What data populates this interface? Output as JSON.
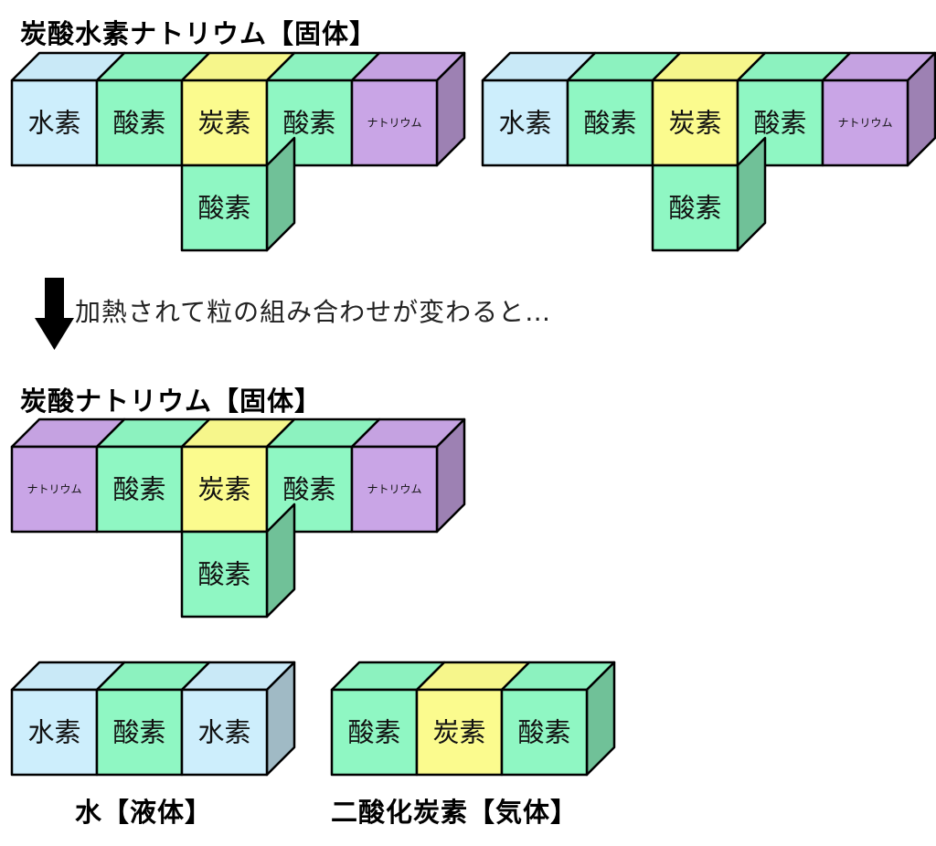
{
  "titles": {
    "baking_soda": "炭酸水素ナトリウム【固体】",
    "sodium_carbonate": "炭酸ナトリウム【固体】",
    "water": "水【液体】",
    "carbon_dioxide": "二酸化炭素【気体】"
  },
  "arrow_caption": "加熱されて粒の組み合わせが変わると…",
  "colors": {
    "水素": "#cdeefc",
    "酸素": "#8ff7c3",
    "炭素": "#fbfb8e",
    "ナトリウム": "#c9a5e6"
  },
  "molecules": [
    {
      "id": "baking-soda-1",
      "row": [
        "水素",
        "酸素",
        "炭素",
        "酸素",
        "ナトリウム"
      ],
      "below": "酸素"
    },
    {
      "id": "baking-soda-2",
      "row": [
        "水素",
        "酸素",
        "炭素",
        "酸素",
        "ナトリウム"
      ],
      "below": "酸素"
    },
    {
      "id": "sodium-carbonate",
      "row": [
        "ナトリウム",
        "酸素",
        "炭素",
        "酸素",
        "ナトリウム"
      ],
      "below": "酸素"
    },
    {
      "id": "water",
      "row": [
        "水素",
        "酸素",
        "水素"
      ],
      "below": null
    },
    {
      "id": "carbon-dioxide",
      "row": [
        "酸素",
        "炭素",
        "酸素"
      ],
      "below": null
    }
  ]
}
